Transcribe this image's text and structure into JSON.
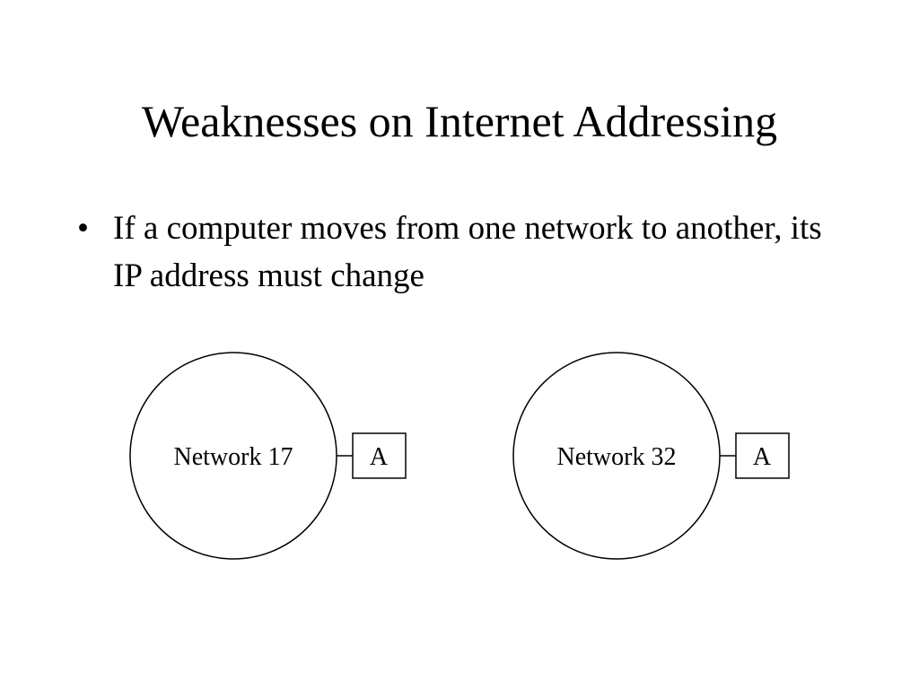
{
  "slide": {
    "title": "Weaknesses on Internet Addressing",
    "bullets": [
      {
        "marker": "•",
        "text": "If a computer moves from one network to another, its IP address must change"
      }
    ]
  },
  "diagram": {
    "networks": [
      {
        "label": "Network 17",
        "host_label": "A"
      },
      {
        "label": "Network 32",
        "host_label": "A"
      }
    ]
  }
}
